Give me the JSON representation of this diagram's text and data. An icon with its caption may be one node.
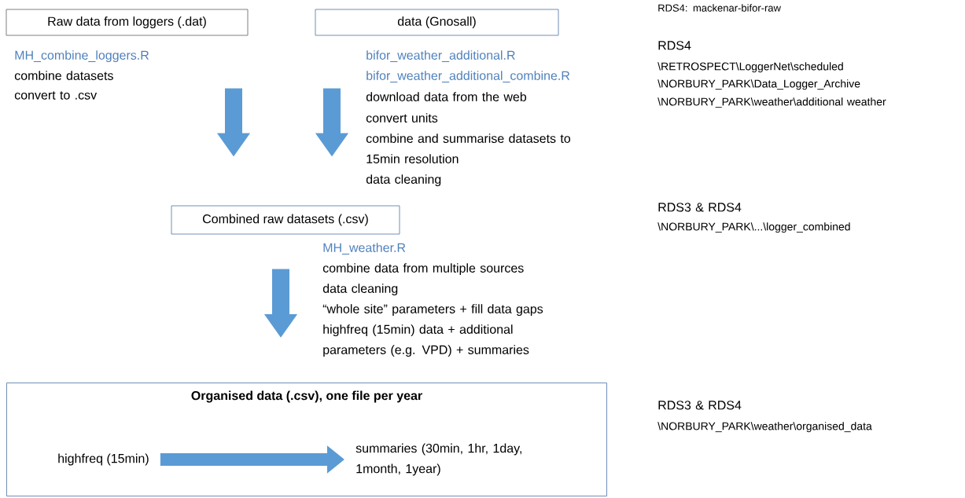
{
  "diagram": {
    "nodes": [
      {
        "text": [
          "Raw data from loggers (.dat)"
        ]
      },
      {
        "text": [
          "data (Gnosall)"
        ]
      },
      {
        "text": [
          "Combined raw datasets (.csv)"
        ]
      },
      {
        "text": [
          "Organised data (.csv), one file per year"
        ]
      },
      {
        "text": [
          "highfreq (15min)"
        ],
        "in": 3
      },
      {
        "text": [
          "summaries (30min, 1hr, 1day, 1month, 1year)"
        ],
        "in": 3
      }
    ],
    "edges": [
      {
        "from": 0,
        "to": 2,
        "arrow": "to"
      },
      {
        "from": 1,
        "to": 2,
        "arrow": "to"
      },
      {
        "from": 2,
        "to": 3,
        "arrow": "to"
      },
      {
        "from": 4,
        "to": 5,
        "arrow": "to"
      }
    ],
    "labels": [
      "RDS4: mackenar-bifor-raw",
      "MH_combine_loggers.R",
      "combine datasets",
      "convert to .csv",
      "bifor_weather_additional.R",
      "bifor_weather_additional_combine.R",
      "download data from the web",
      "convert units",
      "combine and summarise datasets to 15min resolution",
      "data cleaning",
      "RDS4",
      "\\RETROSPECT\\LoggerNet\\scheduled",
      "\\NORBURY_PARK\\Data_Logger_Archive",
      "\\NORBURY_PARK\\weather\\additional weather",
      "RDS3 & RDS4",
      "\\NORBURY_PARK\\...\\logger_combined",
      "MH_weather.R",
      "combine data from multiple sources",
      "data cleaning",
      "“whole site” parameters + fill data gaps",
      "highfreq (15min) data + additional parameters (e.g. VPD) + summaries",
      "RDS3 & RDS4",
      "\\NORBURY_PARK\\weather\\organised_data"
    ]
  }
}
